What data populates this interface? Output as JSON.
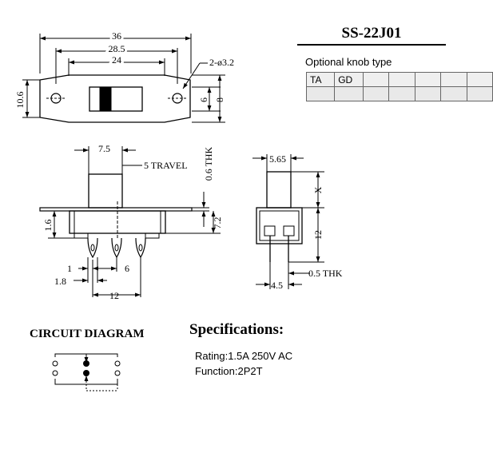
{
  "model": "SS-22J01",
  "knob": {
    "title": "Optional knob type",
    "rows": [
      [
        "TA",
        "GD",
        "",
        "",
        "",
        "",
        ""
      ],
      [
        "",
        "",
        "",
        "",
        "",
        "",
        ""
      ]
    ]
  },
  "dims": {
    "top_36": "36",
    "top_285": "28.5",
    "top_24": "24",
    "hole": "2-ø3.2",
    "h_106": "10.6",
    "h_6": "6",
    "h_8": "8",
    "f_75": "7.5",
    "travel": "5 TRAVEL",
    "thk_06": "0.6 THK",
    "h_72": "7.2",
    "h_16": "1.6",
    "b_1": "1",
    "b_6": "6",
    "b_18": "1.8",
    "b_12": "12",
    "s_565": "5.65",
    "s_x": "X",
    "s_12": "12",
    "s_thk": "0.5 THK",
    "s_45": "4.5"
  },
  "circuit_title": "CIRCUIT DIAGRAM",
  "specs": {
    "title": "Specifications:",
    "rating": "Rating:1.5A 250V AC",
    "function": "Function:2P2T"
  }
}
